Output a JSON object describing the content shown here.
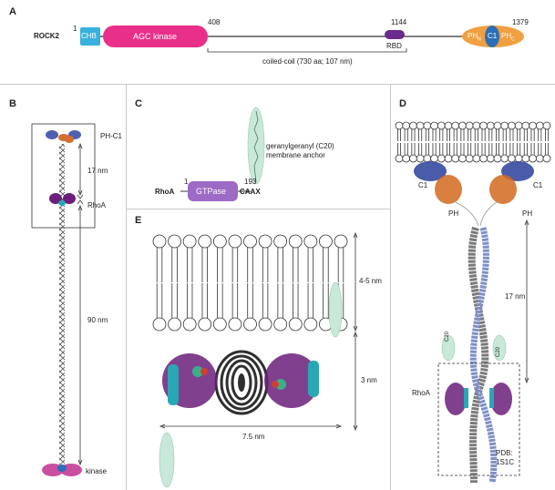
{
  "panels": {
    "A": "A",
    "B": "B",
    "C": "C",
    "D": "D",
    "E": "E"
  },
  "panel_a": {
    "protein": "ROCK2",
    "pos_start": "1",
    "pos_kinase_end": "408",
    "pos_cc_end": "1144",
    "pos_end": "1379",
    "chb": "CHB",
    "kinase": "AGC kinase",
    "rbd": "RBD",
    "ph_n": "PH",
    "ph_n_sub": "N",
    "c1": "C1",
    "ph_c": "PH",
    "ph_c_sub": "C",
    "coiled_coil": "coiled-coil (730 aa; 107 nm)"
  },
  "panel_b": {
    "ph_c1": "PH-C1",
    "d17": "17 nm",
    "rhoa": "RhoA",
    "d90": "90 nm",
    "kinase": "kinase"
  },
  "panel_c": {
    "rhoa": "RhoA",
    "start": "1",
    "gtpase": "GTPase",
    "caax": "CAAX",
    "end": "193",
    "lipid_line1": "geranylgeranyl (C20)",
    "lipid_line2": "membrane anchor"
  },
  "panel_d": {
    "c1_left": "C1",
    "c1_right": "C1",
    "ph_left": "PH",
    "ph_right": "PH",
    "d17": "17 nm",
    "c20_left": "C20",
    "c20_right": "C20",
    "rhoa": "RhoA",
    "pdb_line1": "PDB:",
    "pdb_line2": "1S1C"
  },
  "panel_e": {
    "d45": "4-5 nm",
    "d3": "3 nm",
    "d75": "7.5 nm"
  },
  "colors": {
    "chb": "#39b1df",
    "kinase": "#e8308a",
    "rbd": "#6a2a8c",
    "ph": "#f0a040",
    "c1": "#2b6fb8",
    "gtpase": "#9d6ac6",
    "rhoa_ribbon": "#6b1f7a",
    "helix": "#2aa7b5",
    "coil_dark": "#2f2f2f",
    "coil_gray": "#7a7a7a",
    "coil_blue": "#7f8fc8",
    "lipid": "#c8e8d8",
    "ph_ribbon": "#d2691e",
    "c1_ribbon": "#2a3f9a"
  }
}
